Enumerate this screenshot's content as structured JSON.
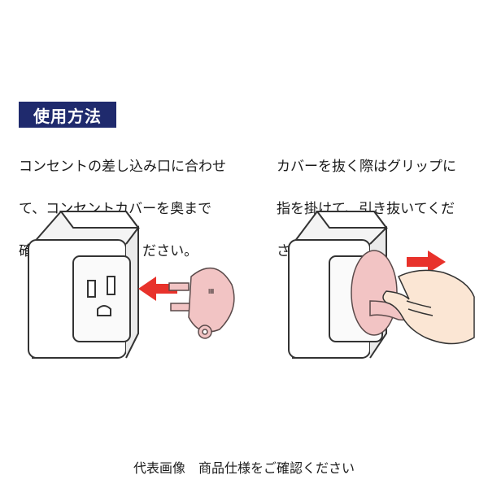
{
  "section": {
    "title": "使用方法"
  },
  "instructions": {
    "left": "コンセントの差し込み口に合わせて、コンセントカバーを奥まで確実に差し込んでください。",
    "left_lines": [
      "コンセントの差し込み口に合わせ",
      "て、コンセントカバーを奥まで",
      "確実に差し込んでください。"
    ],
    "right_lines": [
      "カバーを抜く際はグリップに",
      "指を掛けて、引き抜いてくだ",
      "さい。"
    ]
  },
  "illustrations": {
    "left": {
      "description_icon": "outlet-insert-cover-illustration",
      "arrow": "arrow-left-icon"
    },
    "right": {
      "description_icon": "outlet-remove-cover-illustration",
      "arrow": "arrow-right-icon"
    }
  },
  "colors": {
    "title_bg": "#1f2a6d",
    "cover_pink": "#f2c4c4",
    "arrow_red": "#e8322b"
  },
  "caption": "代表画像　商品仕様をご確認ください"
}
